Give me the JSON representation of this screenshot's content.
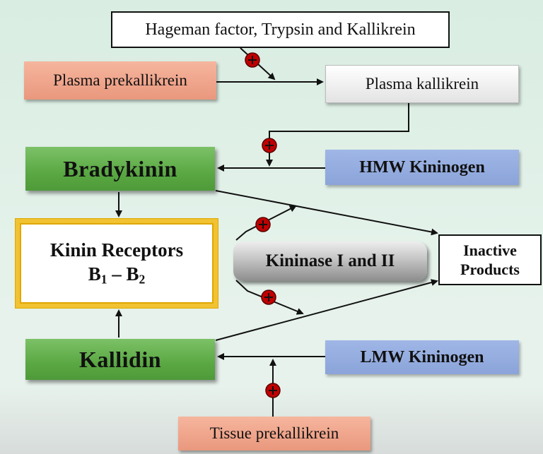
{
  "nodes": {
    "activators": "Hageman factor, Trypsin and Kallikrein",
    "plasma_prekallikrein": "Plasma prekallikrein",
    "plasma_kallikrein": "Plasma kallikrein",
    "bradykinin": "Bradykinin",
    "hmw_kininogen": "HMW Kininogen",
    "kinin_receptors_line1": "Kinin Receptors",
    "kinin_receptors_b1": "B",
    "kinin_receptors_b1_sub": "1",
    "kinin_receptors_dash": " – ",
    "kinin_receptors_b2": "B",
    "kinin_receptors_b2_sub": "2",
    "kininase": "Kininase I and II",
    "inactive_line1": "Inactive",
    "inactive_line2": "Products",
    "kallidin": "Kallidin",
    "lmw_kininogen": "LMW Kininogen",
    "tissue_prekallikrein": "Tissue prekallikrein"
  },
  "colors": {
    "peach": "#eda084",
    "green": "#5aa843",
    "blue": "#8ba4d9",
    "receptor_border": "#f1c232",
    "plus_marker": "#c00000"
  },
  "icons": {
    "stimulation_marker": "red-circle-plus"
  }
}
